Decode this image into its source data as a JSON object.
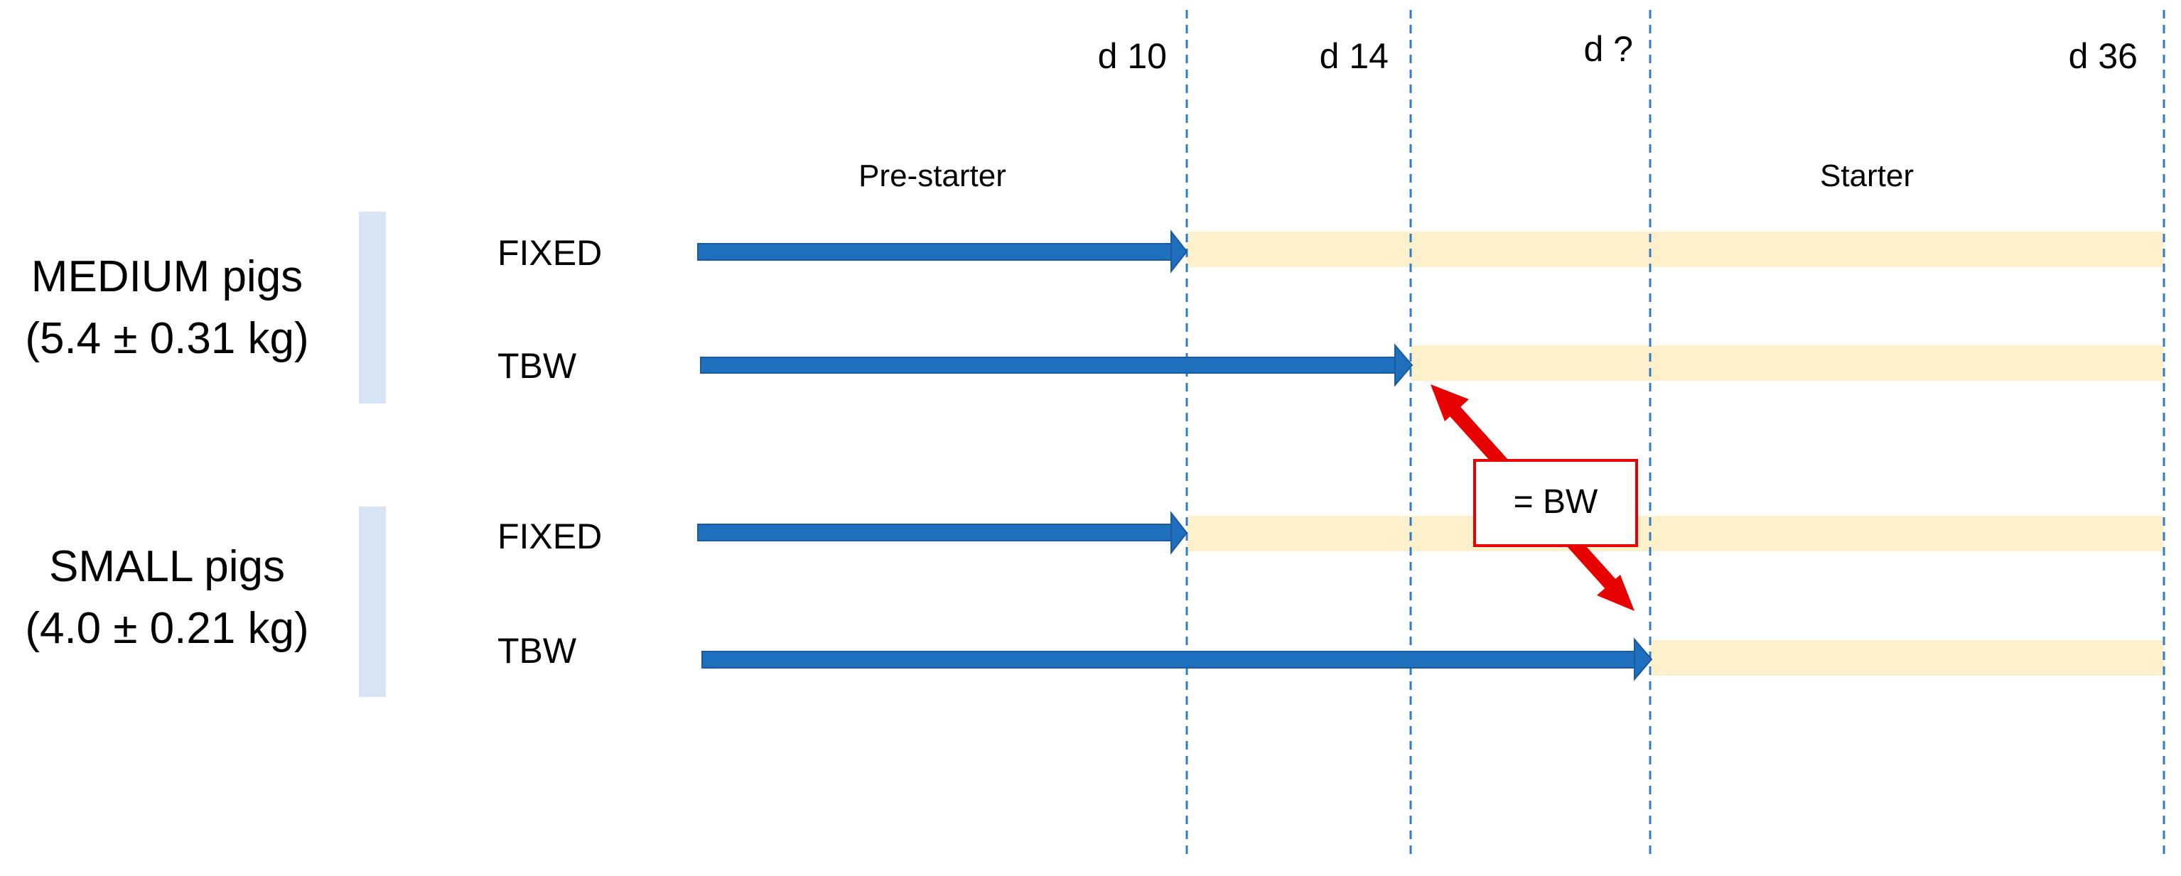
{
  "timepoints": [
    {
      "key": "d10",
      "label": "d 10"
    },
    {
      "key": "d14",
      "label": "d 14"
    },
    {
      "key": "dq",
      "label": "d ?"
    },
    {
      "key": "d36",
      "label": "d 36"
    }
  ],
  "phases": {
    "pre_starter": "Pre-starter",
    "starter": "Starter"
  },
  "groups": [
    {
      "name": "MEDIUM pigs",
      "weight": "(5.4 ± 0.31 kg)"
    },
    {
      "name": "SMALL pigs",
      "weight": "(4.0 ± 0.21 kg)"
    }
  ],
  "treatments": {
    "fixed": "FIXED",
    "tbw": "TBW"
  },
  "annotation": {
    "label": "= BW"
  },
  "colors": {
    "arrow": "#1f6fbf",
    "starter_bar": "#fff0cc",
    "group_bar": "#d6e4f4",
    "divider": "#2f7dc9",
    "highlight_arrow": "#e60000",
    "box_border": "#e60000"
  }
}
